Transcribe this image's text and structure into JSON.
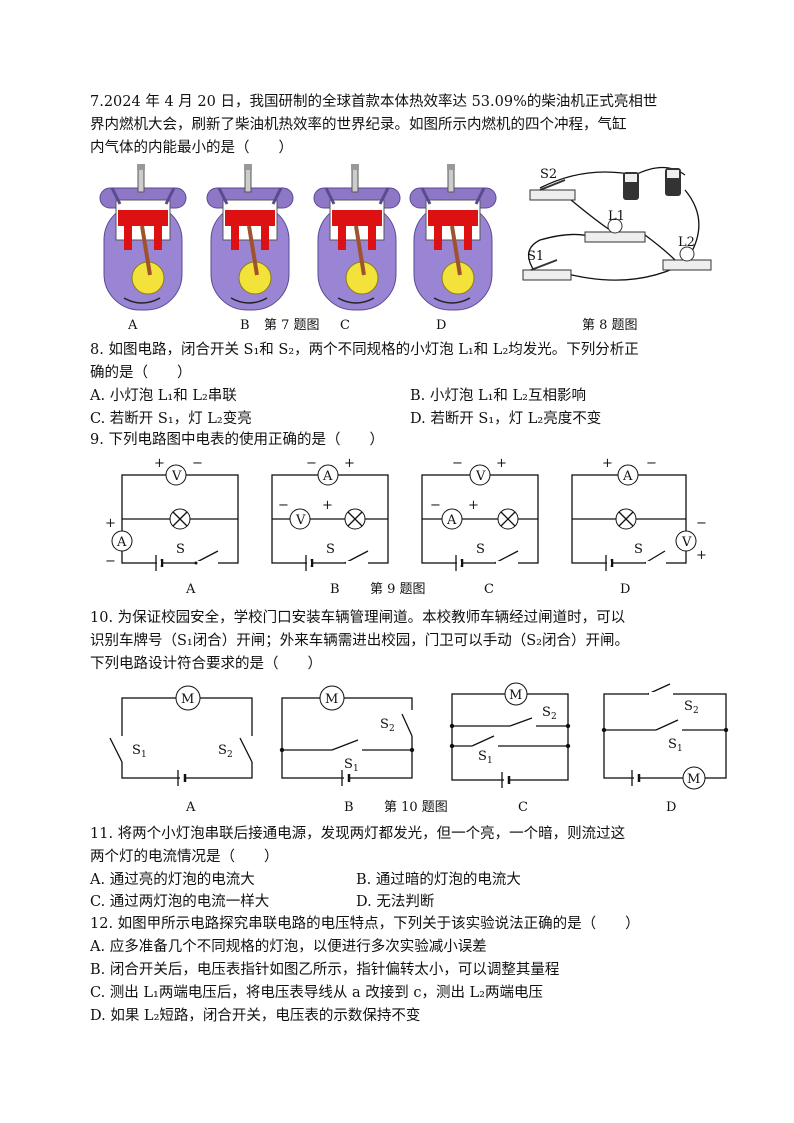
{
  "q7": {
    "lines": [
      "7.2024 年 4 月 20 日，我国研制的全球首款本体热效率达 53.09%的柴油机正式亮相世",
      "界内燃机大会，刷新了柴油机热效率的世界纪录。如图所示内燃机的四个冲程，气缸",
      "内气体的内能最小的是（　　）"
    ],
    "engine_labels": [
      "A",
      "B",
      "C",
      "D"
    ],
    "figure_caption": "第 7 题图",
    "fig8_caption": "第 8 题图",
    "fig8_labels": [
      "S2",
      "L1",
      "L2",
      "S1"
    ]
  },
  "q8": {
    "lines": [
      "8. 如图电路，闭合开关 S₁和 S₂，两个不同规格的小灯泡 L₁和 L₂均发光。下列分析正",
      "确的是（　　）"
    ],
    "options": [
      "A. 小灯泡 L₁和 L₂串联",
      "B. 小灯泡 L₁和 L₂互相影响",
      "C. 若断开 S₁，灯 L₂变亮",
      "D. 若断开 S₁，灯 L₂亮度不变"
    ]
  },
  "q9": {
    "stem": "9. 下列电路图中电表的使用正确的是（　　）",
    "labels": [
      "A",
      "B",
      "C",
      "D"
    ],
    "caption": "第 9 题图",
    "meter_v": "V",
    "meter_a": "A",
    "switch": "S",
    "plus": "+",
    "minus": "−"
  },
  "q10": {
    "lines": [
      "10. 为保证校园安全，学校门口安装车辆管理闸道。本校教师车辆经过闸道时，可以",
      "识别车牌号（S₁闭合）开闸；外来车辆需进出校园，门卫可以手动（S₂闭合）开闸。",
      "下列电路设计符合要求的是（　　）"
    ],
    "labels": [
      "A",
      "B",
      "C",
      "D"
    ],
    "caption": "第 10 题图",
    "motor": "M",
    "s1": "S",
    "s2": "S"
  },
  "q11": {
    "lines": [
      "11. 将两个小灯泡串联后接通电源，发现两灯都发光，但一个亮，一个暗，则流过这",
      "两个灯的电流情况是（　　）"
    ],
    "options": [
      "A. 通过亮的灯泡的电流大",
      "B. 通过暗的灯泡的电流大",
      "C. 通过两灯泡的电流一样大",
      "D. 无法判断"
    ]
  },
  "q12": {
    "lines": [
      "12. 如图甲所示电路探究串联电路的电压特点，下列关于该实验说法正确的是（　　）",
      "A. 应多准备几个不同规格的灯泡，以便进行多次实验减小误差",
      "B. 闭合开关后，电压表指针如图乙所示，指针偏转太小，可以调整其量程",
      "C. 测出 L₁两端电压后，将电压表导线从 a 改接到 c，测出 L₂两端电压",
      "D. 如果 L₂短路，闭合开关，电压表的示数保持不变"
    ]
  }
}
